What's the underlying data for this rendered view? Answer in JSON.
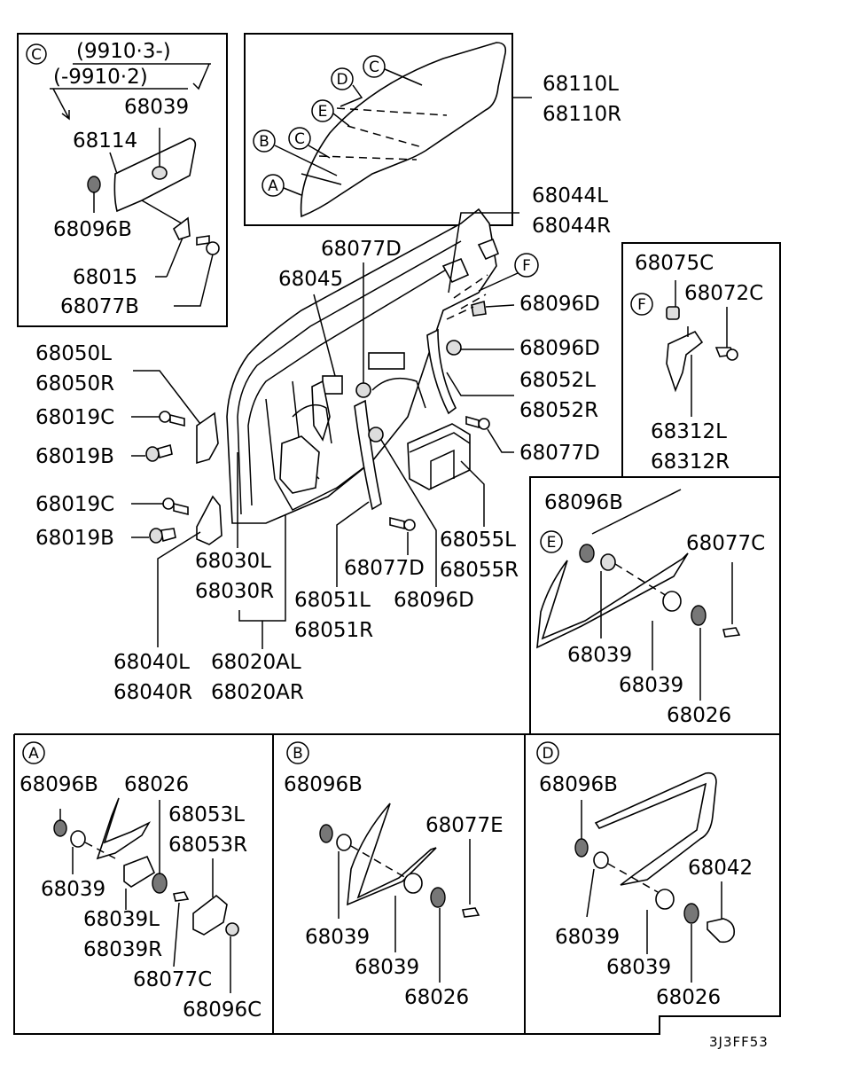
{
  "diagram_code": "3J3FF53",
  "insets": {
    "C": {
      "marker": "C",
      "range_from": "(9910·3-)",
      "range_to": "(-9910·2)",
      "parts": [
        "68039",
        "68114",
        "68096B",
        "68015",
        "68077B"
      ]
    },
    "glass": {
      "markers": [
        "C",
        "D",
        "E",
        "B",
        "C",
        "A"
      ],
      "parts": [
        "68110L",
        "68110R"
      ]
    },
    "F": {
      "marker": "F",
      "parts": [
        "68075C",
        "68072C",
        "68312L",
        "68312R"
      ]
    },
    "E": {
      "marker": "E",
      "parts": [
        "68096B",
        "68077C",
        "68039",
        "68039",
        "68026"
      ]
    },
    "A": {
      "marker": "A",
      "parts": [
        "68096B",
        "68026",
        "68053L",
        "68053R",
        "68039",
        "68039L",
        "68039R",
        "68077C",
        "68096C"
      ]
    },
    "B": {
      "marker": "B",
      "parts": [
        "68096B",
        "68077E",
        "68039",
        "68039",
        "68026"
      ]
    },
    "D": {
      "marker": "D",
      "parts": [
        "68096B",
        "68042",
        "68039",
        "68039",
        "68026"
      ]
    }
  },
  "main": {
    "marker_f": "F",
    "parts": [
      "68044L",
      "68044R",
      "68077D",
      "68045",
      "68096D",
      "68096D",
      "68052L",
      "68052R",
      "68050L",
      "68050R",
      "68019C",
      "68019B",
      "68077D",
      "68019C",
      "68019B",
      "68055L",
      "68055R",
      "68030L",
      "68030R",
      "68077D",
      "68051L",
      "68096D",
      "68051R",
      "68040L",
      "68020AL",
      "68040R",
      "68020AR"
    ]
  }
}
